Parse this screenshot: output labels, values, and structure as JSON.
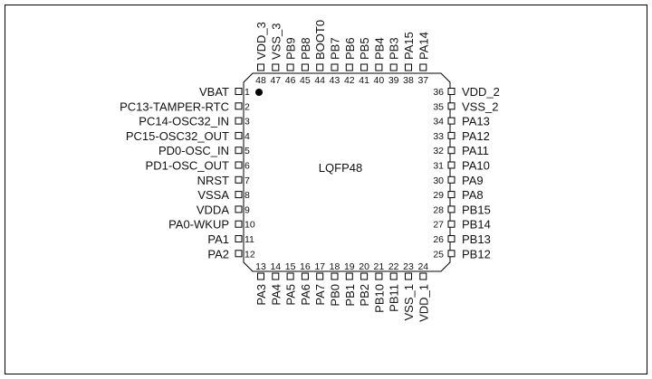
{
  "package": {
    "name": "LQFP48"
  },
  "pins": {
    "left": [
      {
        "num": "1",
        "name": "VBAT"
      },
      {
        "num": "2",
        "name": "PC13-TAMPER-RTC"
      },
      {
        "num": "3",
        "name": "PC14-OSC32_IN"
      },
      {
        "num": "4",
        "name": "PC15-OSC32_OUT"
      },
      {
        "num": "5",
        "name": "PD0-OSC_IN"
      },
      {
        "num": "6",
        "name": "PD1-OSC_OUT"
      },
      {
        "num": "7",
        "name": "NRST"
      },
      {
        "num": "8",
        "name": "VSSA"
      },
      {
        "num": "9",
        "name": "VDDA"
      },
      {
        "num": "10",
        "name": "PA0-WKUP"
      },
      {
        "num": "11",
        "name": "PA1"
      },
      {
        "num": "12",
        "name": "PA2"
      }
    ],
    "bottom": [
      {
        "num": "13",
        "name": "PA3"
      },
      {
        "num": "14",
        "name": "PA4"
      },
      {
        "num": "15",
        "name": "PA5"
      },
      {
        "num": "16",
        "name": "PA6"
      },
      {
        "num": "17",
        "name": "PA7"
      },
      {
        "num": "18",
        "name": "PB0"
      },
      {
        "num": "19",
        "name": "PB1"
      },
      {
        "num": "20",
        "name": "PB2"
      },
      {
        "num": "21",
        "name": "PB10"
      },
      {
        "num": "22",
        "name": "PB11"
      },
      {
        "num": "23",
        "name": "VSS_1"
      },
      {
        "num": "24",
        "name": "VDD_1"
      }
    ],
    "right": [
      {
        "num": "25",
        "name": "PB12"
      },
      {
        "num": "26",
        "name": "PB13"
      },
      {
        "num": "27",
        "name": "PB14"
      },
      {
        "num": "28",
        "name": "PB15"
      },
      {
        "num": "29",
        "name": "PA8"
      },
      {
        "num": "30",
        "name": "PA9"
      },
      {
        "num": "31",
        "name": "PA10"
      },
      {
        "num": "32",
        "name": "PA11"
      },
      {
        "num": "33",
        "name": "PA12"
      },
      {
        "num": "34",
        "name": "PA13"
      },
      {
        "num": "35",
        "name": "VSS_2"
      },
      {
        "num": "36",
        "name": "VDD_2"
      }
    ],
    "top": [
      {
        "num": "37",
        "name": "PA14"
      },
      {
        "num": "38",
        "name": "PA15"
      },
      {
        "num": "39",
        "name": "PB3"
      },
      {
        "num": "40",
        "name": "PB4"
      },
      {
        "num": "41",
        "name": "PB5"
      },
      {
        "num": "42",
        "name": "PB6"
      },
      {
        "num": "43",
        "name": "PB7"
      },
      {
        "num": "44",
        "name": "BOOT0"
      },
      {
        "num": "45",
        "name": "PB8"
      },
      {
        "num": "46",
        "name": "PB9"
      },
      {
        "num": "47",
        "name": "VSS_3"
      },
      {
        "num": "48",
        "name": "VDD_3"
      }
    ]
  },
  "colors": {
    "line": "#000000",
    "background": "#ffffff"
  }
}
